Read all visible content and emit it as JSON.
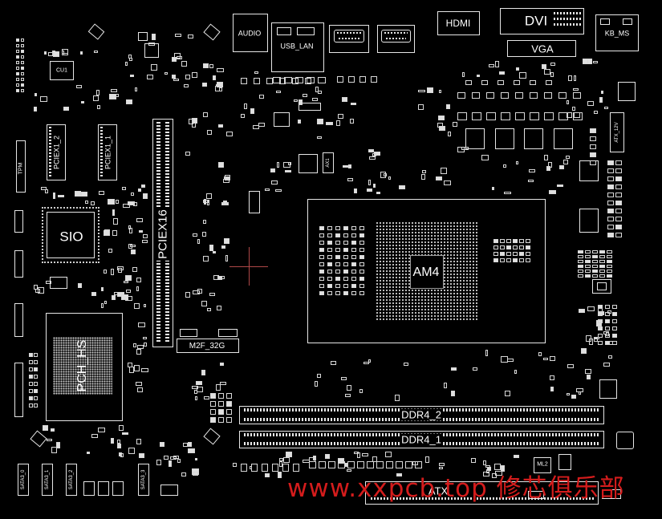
{
  "labels": {
    "hdmi": "HDMI",
    "dvi": "DVI",
    "vga": "VGA",
    "kb_ms": "KB_MS",
    "audio": "AUDIO",
    "usb_lan": "USB_LAN",
    "cu1": "CU1",
    "pciex1_2": "PCIEX1_2",
    "pciex1_1": "PCIEX1_1",
    "tpm": "TPM",
    "sio": "SIO",
    "pciex16": "PCIEX16",
    "am4": "AM4",
    "m2f_32g": "M2F_32G",
    "pch_hs": "PCH_HS",
    "ddr4_2": "DDR4_2",
    "ddr4_1": "DDR4_1",
    "atx": "ATX",
    "ml2": "ML2",
    "atx_12v": "ATX_12V",
    "ax1": "AX1",
    "sata3_0": "SATA3_0",
    "sata3_1": "SATA3_1",
    "sata3_2": "SATA3_2",
    "sata3_3": "SATA3_3"
  },
  "watermark": {
    "text": "www.xxpcb.top 修芯俱乐部"
  },
  "colors": {
    "background": "#000000",
    "outline": "#e6e6e6",
    "cursor": "#b04848",
    "watermark": "#d41c1c"
  }
}
